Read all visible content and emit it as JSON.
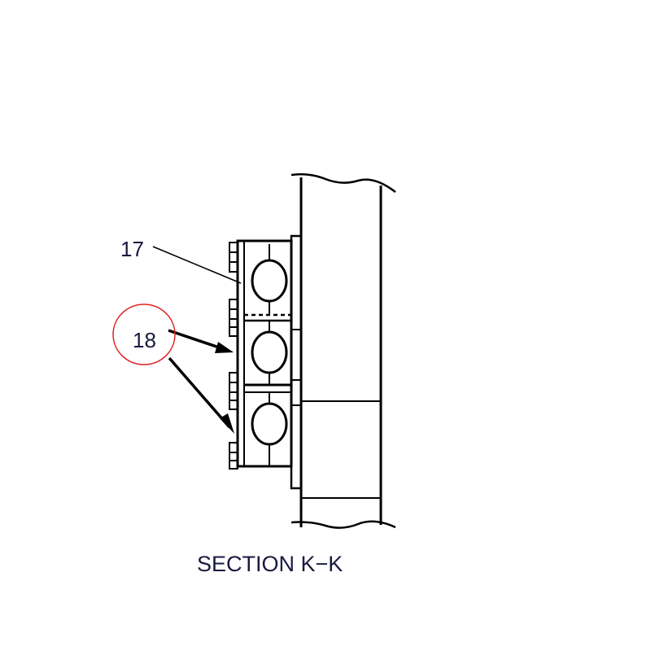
{
  "callouts": {
    "part_17": "17",
    "part_18": "18"
  },
  "caption": "SECTION K−K",
  "colors": {
    "line": "#000000",
    "label": "#1a1a40",
    "highlight_circle": "#e02020"
  }
}
